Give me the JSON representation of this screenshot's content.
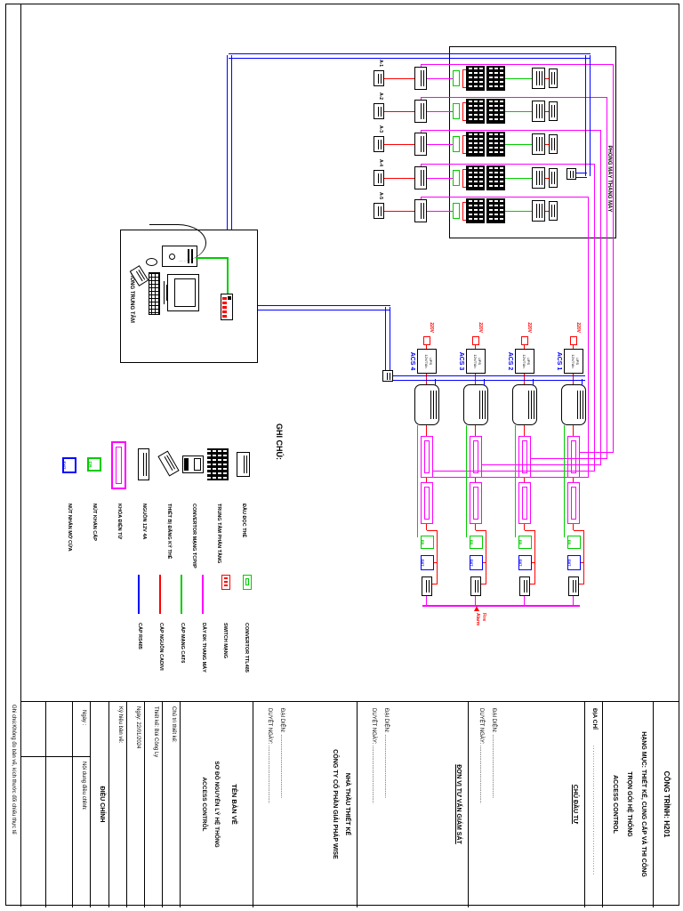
{
  "sheet": {
    "project": "CÔNG TRÌNH: H201",
    "category_lines": [
      "HẠNG MỤC: THIẾT KẾ, CUNG CẤP VÀ THI CÔNG",
      "TRỌN GÓI HỆ THỐNG",
      "ACCESS CONTROL"
    ],
    "address_label": "ĐỊA CHỈ",
    "address_dots": "....................................................",
    "parties": [
      {
        "title_lines": [
          "CHỦ ĐẦU TƯ"
        ],
        "rep": "ĐẠI DIỆN: ...........................................",
        "approve": "DUYỆT NGÀY: ......................................."
      },
      {
        "title_lines": [
          "ĐƠN VỊ TƯ VẤN GIÁM SÁT"
        ],
        "rep": "ĐẠI DIỆN: ...........................................",
        "approve": "DUYỆT NGÀY: ......................................."
      },
      {
        "title_lines": [
          "NHÀ THẦU THIẾT KẾ",
          "CÔNG TY CỔ PHẦN GIẢI PHÁP WISE"
        ],
        "rep": "ĐẠI DIỆN: ...........................................",
        "approve": "DUYỆT NGÀY: ......................................."
      }
    ],
    "drawing_title": {
      "label": "TÊN BẢN VẼ",
      "lines": [
        "SƠ ĐỒ NGUYÊN LÝ HỆ THỐNG",
        "ACCESS CONTRO̒L"
      ]
    },
    "info_rows": [
      "Chủ trì thiết kế:",
      "Thiết kế: Bùi Công Ly",
      "Ngày: 22/01/2024",
      "Ký hiệu bản vẽ:"
    ],
    "revision": {
      "header": "ĐIỀU CHỈNH",
      "date_col": "Ngày :",
      "content_col": "Nội dung điều chỉnh:"
    },
    "note": "Ghi chú:Không đo bản vẽ, kích thước đối chiếu thực tế"
  },
  "diagram": {
    "rooms": {
      "elevator_room": "PHÒNG MÁY THANG MÁY",
      "control_room": "PHÒNG TRUNG TÂM"
    },
    "elevator_units": [
      "A-1",
      "A-2",
      "A-3",
      "A-4",
      "A-5"
    ],
    "acs_panels": [
      {
        "name": "ACS 1",
        "power": "220V",
        "ups_lines": [
          "UPS",
          "12V/7Ah"
        ]
      },
      {
        "name": "ACS 2",
        "power": "220V",
        "ups_lines": [
          "UPS",
          "12V/7Ah"
        ]
      },
      {
        "name": "ACS 3",
        "power": "220V",
        "ups_lines": [
          "UPS",
          "12V/7Ah"
        ]
      },
      {
        "name": "ACS 4",
        "power": "220V",
        "ups_lines": [
          "UPS",
          "12V/7Ah"
        ]
      }
    ],
    "fire_alarm_lines": [
      "Fire",
      "Alarm"
    ],
    "exit_button_text": "EXIT",
    "emergency_button_text": "EB"
  },
  "legend": {
    "title": "GHI CHÚ:",
    "devices": [
      {
        "label": "ĐẦU ĐỌC THẺ",
        "icon": "card-reader"
      },
      {
        "label": "TRUNG TÂM PHÂN TẦNG",
        "icon": "floor-hub"
      },
      {
        "label": "CONVERTOR MẠNG TCP/IP",
        "icon": "tcpip-converter"
      },
      {
        "label": "THIẾT BỊ ĐĂNG KÝ THẺ",
        "icon": "card-enroller"
      },
      {
        "label": "NGUỒN 12V 4A",
        "icon": "power-supply"
      },
      {
        "label": "KHÓA ĐIỆN TỪ",
        "icon": "magnetic-lock"
      },
      {
        "label": "NÚT KHẨN CẤP",
        "icon": "emergency-button"
      },
      {
        "label": "NÚT NHẤN MỞ CỬA",
        "icon": "exit-button"
      }
    ],
    "cables": [
      {
        "label": "CONVERTOR TTL485",
        "icon": "ttl485-converter",
        "color": "#00cc00"
      },
      {
        "label": "SWITCH MẠNG",
        "icon": "network-switch",
        "color": "#ff0000"
      },
      {
        "label": "DÂY ĐK THANG MÁY",
        "icon": "line",
        "color": "#ff00ff"
      },
      {
        "label": "CÁP MẠNG CAT6",
        "icon": "line",
        "color": "#00cc00"
      },
      {
        "label": "CÁP NGUỒN CADIVI",
        "icon": "line",
        "color": "#ff0000"
      },
      {
        "label": "CÁP RS485",
        "icon": "line",
        "color": "#0000ff"
      }
    ]
  },
  "colors": {
    "rs485": "#0000ff",
    "power": "#ff0000",
    "cat6": "#00cc00",
    "elevator_wire": "#ff00ff",
    "acs_label": "#0000ff",
    "alarm_text": "#ff0000"
  }
}
